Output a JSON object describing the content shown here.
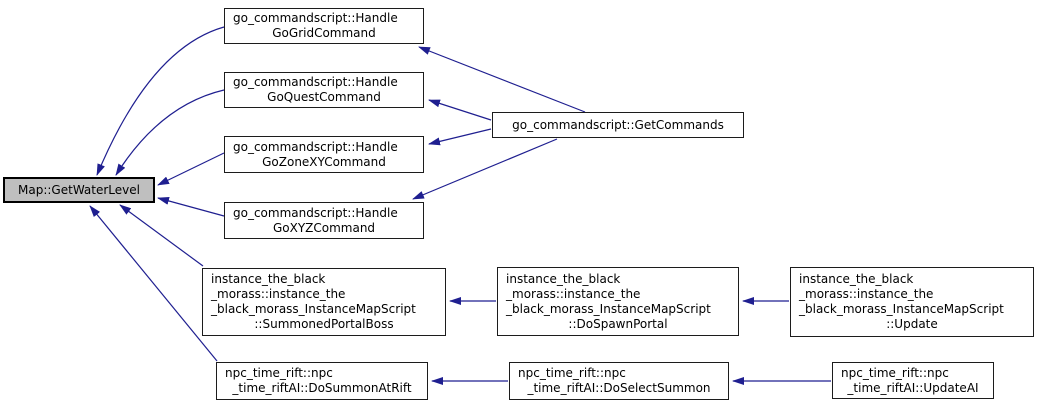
{
  "diagram": {
    "type": "caller-graph",
    "edge_color": "#1f1f90",
    "node_fill": "#ffffff",
    "node_border": "#000000",
    "highlight_fill": "#bfbfbf",
    "focus_node": "Map::GetWaterLevel"
  },
  "nodes": [
    {
      "id": "map-getwaterlevel",
      "highlighted": true,
      "lines": [
        "Map::GetWaterLevel"
      ]
    },
    {
      "id": "handle-gogrid",
      "highlighted": false,
      "lines": [
        "go_commandscript::Handle",
        "GoGridCommand"
      ]
    },
    {
      "id": "handle-goquest",
      "highlighted": false,
      "lines": [
        "go_commandscript::Handle",
        "GoQuestCommand"
      ]
    },
    {
      "id": "handle-gozonexy",
      "highlighted": false,
      "lines": [
        "go_commandscript::Handle",
        "GoZoneXYCommand"
      ]
    },
    {
      "id": "handle-goxyz",
      "highlighted": false,
      "lines": [
        "go_commandscript::Handle",
        "GoXYZCommand"
      ]
    },
    {
      "id": "getcommands",
      "highlighted": false,
      "lines": [
        "go_commandscript::GetCommands"
      ]
    },
    {
      "id": "summonedportalboss",
      "highlighted": false,
      "lines": [
        "instance_the_black",
        "_morass::instance_the",
        "_black_morass_InstanceMapScript",
        "::SummonedPortalBoss"
      ]
    },
    {
      "id": "dospawnportal",
      "highlighted": false,
      "lines": [
        "instance_the_black",
        "_morass::instance_the",
        "_black_morass_InstanceMapScript",
        "::DoSpawnPortal"
      ]
    },
    {
      "id": "update",
      "highlighted": false,
      "lines": [
        "instance_the_black",
        "_morass::instance_the",
        "_black_morass_InstanceMapScript",
        "::Update"
      ]
    },
    {
      "id": "dosummonatrift",
      "highlighted": false,
      "lines": [
        "npc_time_rift::npc",
        "_time_riftAI::DoSummonAtRift"
      ]
    },
    {
      "id": "doselectsummon",
      "highlighted": false,
      "lines": [
        "npc_time_rift::npc",
        "_time_riftAI::DoSelectSummon"
      ]
    },
    {
      "id": "updateai",
      "highlighted": false,
      "lines": [
        "npc_time_rift::npc",
        "_time_riftAI::UpdateAI"
      ]
    }
  ],
  "edges": [
    {
      "from": "handle-gogrid",
      "to": "map-getwaterlevel"
    },
    {
      "from": "handle-goquest",
      "to": "map-getwaterlevel"
    },
    {
      "from": "handle-gozonexy",
      "to": "map-getwaterlevel"
    },
    {
      "from": "handle-goxyz",
      "to": "map-getwaterlevel"
    },
    {
      "from": "summonedportalboss",
      "to": "map-getwaterlevel"
    },
    {
      "from": "dosummonatrift",
      "to": "map-getwaterlevel"
    },
    {
      "from": "getcommands",
      "to": "handle-gogrid"
    },
    {
      "from": "getcommands",
      "to": "handle-goquest"
    },
    {
      "from": "getcommands",
      "to": "handle-gozonexy"
    },
    {
      "from": "getcommands",
      "to": "handle-goxyz"
    },
    {
      "from": "dospawnportal",
      "to": "summonedportalboss"
    },
    {
      "from": "update",
      "to": "dospawnportal"
    },
    {
      "from": "doselectsummon",
      "to": "dosummonatrift"
    },
    {
      "from": "updateai",
      "to": "doselectsummon"
    }
  ]
}
